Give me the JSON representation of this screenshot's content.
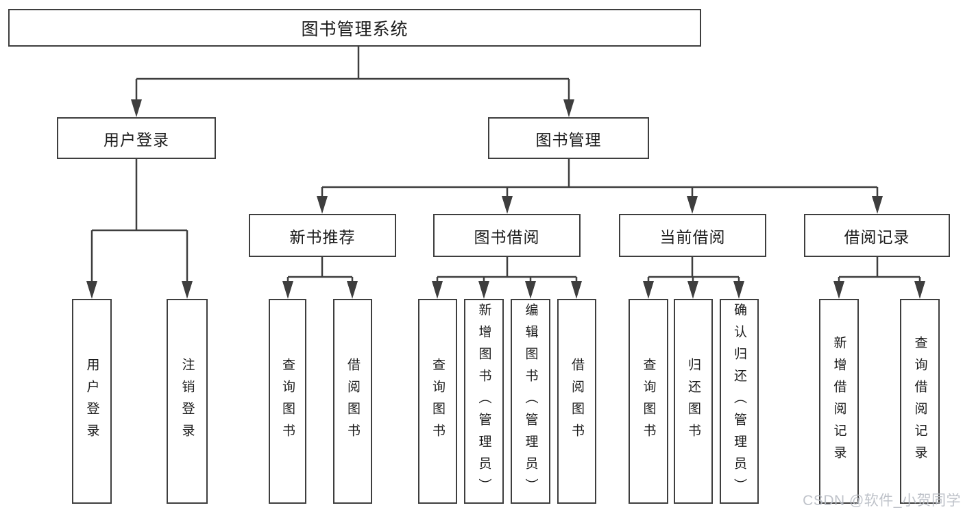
{
  "tree": {
    "root": "图书管理系统",
    "branches": [
      {
        "label": "用户登录",
        "children": [
          "用户登录",
          "注销登录"
        ]
      },
      {
        "label": "图书管理",
        "groups": [
          {
            "label": "新书推荐",
            "children": [
              "查询图书",
              "借阅图书"
            ]
          },
          {
            "label": "图书借阅",
            "children": [
              "查询图书",
              "新增图书（管理员）",
              "编辑图书（管理员）",
              "借阅图书"
            ]
          },
          {
            "label": "当前借阅",
            "children": [
              "查询图书",
              "归还图书",
              "确认归还（管理员）"
            ]
          },
          {
            "label": "借阅记录",
            "children": [
              "新增借阅记录",
              "查询借阅记录"
            ]
          }
        ]
      }
    ]
  },
  "watermark": "CSDN @软件_小贺同学",
  "colors": {
    "line": "#3e3e3e",
    "box_border": "#3e3e3e",
    "text": "#1c1c1c",
    "watermark": "#b9bdc4",
    "background": "#ffffff"
  }
}
